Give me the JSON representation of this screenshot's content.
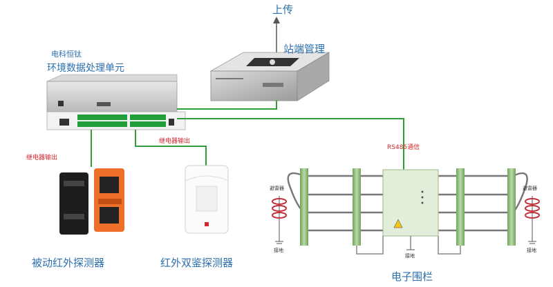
{
  "labels": {
    "upload": "上传",
    "station_mgmt": "站端管理",
    "vendor": "电科恒钛",
    "unit": "环境数据处理单元",
    "relay_out_1": "继电器输出",
    "relay_out_2": "继电器输出",
    "rs485": "RS485通信",
    "passive_ir": "被动红外探测器",
    "dual_ir": "红外双鉴探测器",
    "fence": "电子围栏",
    "arrester_left": "避雷器",
    "arrester_right": "避雷器",
    "ground_left": "接地",
    "ground_right": "接地",
    "ground_center": "接地"
  },
  "colors": {
    "link": "#2e9e3a",
    "label_blue": "#2a6fb0",
    "label_red": "#d0282c"
  }
}
